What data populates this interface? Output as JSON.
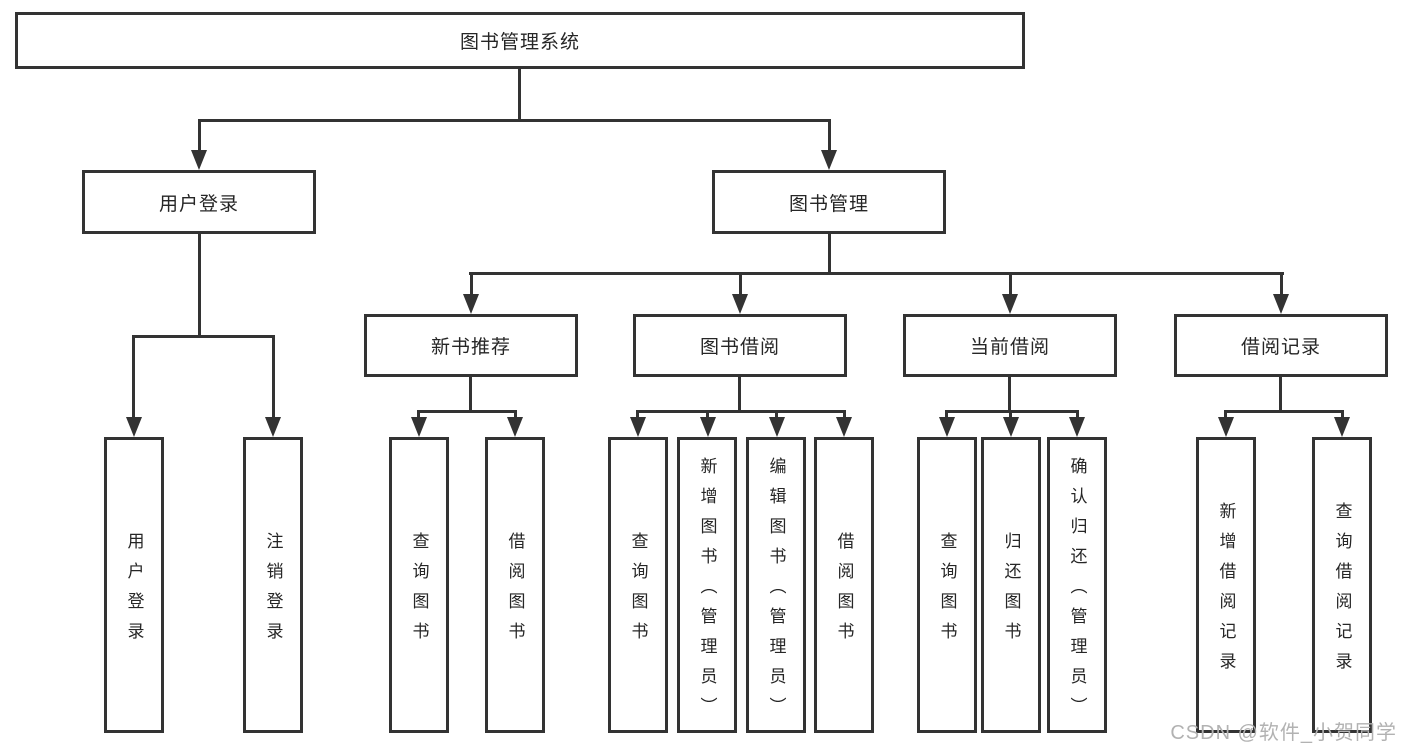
{
  "title": "图书管理系统",
  "level2": {
    "user_login": "用户登录",
    "book_mgmt": "图书管理"
  },
  "level3": {
    "new_books": "新书推荐",
    "borrowing": "图书借阅",
    "current": "当前借阅",
    "records": "借阅记录"
  },
  "leaves": {
    "user_login": [
      "用户登录",
      "注销登录"
    ],
    "new_books": [
      "查询图书",
      "借阅图书"
    ],
    "borrowing": [
      "查询图书",
      "新增图书（管理员）",
      "编辑图书（管理员）",
      "借阅图书"
    ],
    "current": [
      "查询图书",
      "归还图书",
      "确认归还（管理员）"
    ],
    "records": [
      "新增借阅记录",
      "查询借阅记录"
    ]
  },
  "watermark": "CSDN @软件_小贺同学",
  "colors": {
    "line": "#333333",
    "box_border": "#333333",
    "box_fill": "#ffffff",
    "text": "#262626",
    "watermark": "#b2b2b2"
  }
}
